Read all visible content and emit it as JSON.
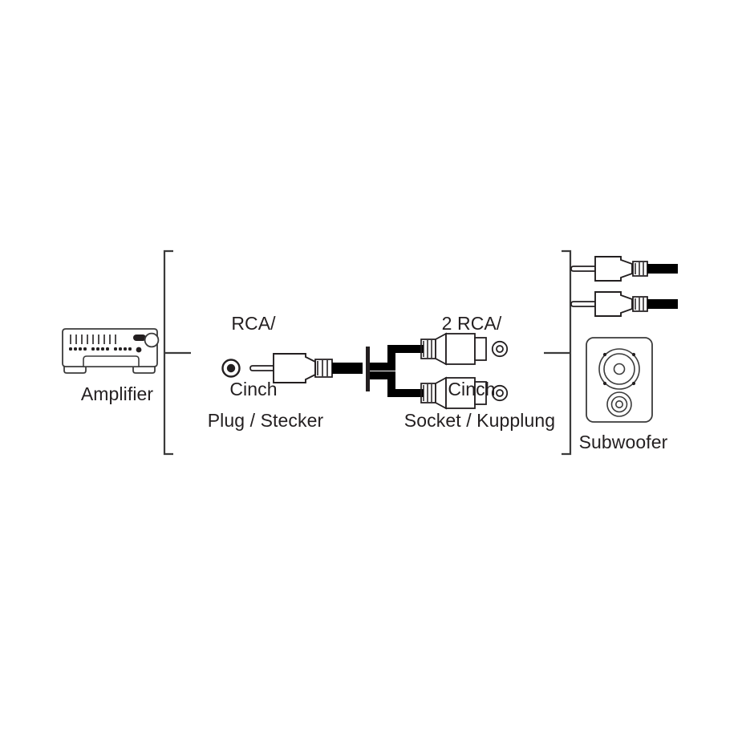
{
  "diagram": {
    "title_visible": false,
    "type": "audio-cable-connection-diagram",
    "colors": {
      "line": "#231f20",
      "cable": "#000000",
      "background": "#ffffff",
      "text": "#231f20",
      "outline": "#3b3b3b"
    }
  },
  "left_group": {
    "device_label": "Amplifier",
    "bracket_name": "left-bracket",
    "device_name": "amplifier-device",
    "device_details": {
      "slider_count": 9,
      "led_groups": 3,
      "leds_per_group": 4,
      "has_display": true,
      "has_large_knob": true,
      "has_small_knob": true
    }
  },
  "connector_left": {
    "type_label_line1": "RCA/",
    "type_label_line2": "Cinch",
    "gender_label": "Plug / Stecker",
    "jack_icon_name": "rca-jack-icon",
    "plug_name": "rca-male-plug"
  },
  "connector_right": {
    "type_label_line1": "2 RCA/",
    "type_label_line2": "Cinch",
    "gender_label": "Socket / Kupplung",
    "socket_count": 2,
    "socket_top_name": "rca-female-socket-top",
    "socket_bottom_name": "rca-female-socket-bottom"
  },
  "splitter": {
    "name": "y-splitter",
    "branches": 2
  },
  "right_group": {
    "device_label": "Subwoofer",
    "bracket_name": "right-bracket",
    "device_name": "subwoofer-device",
    "plug_count": 2,
    "device_details": {
      "woofer_rings": 3,
      "woofer_screws": 4,
      "tweeter_rings": 3
    }
  }
}
